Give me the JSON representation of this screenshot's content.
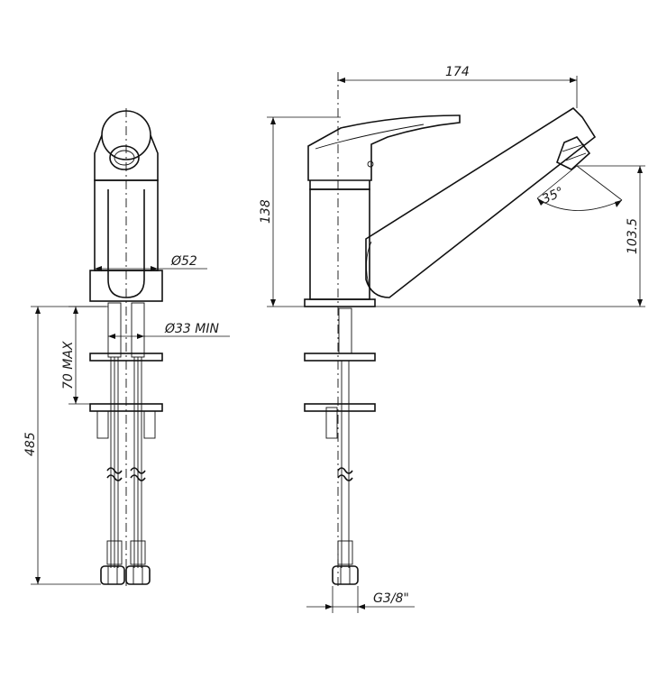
{
  "dimensions": {
    "spout_reach": "174",
    "total_height": "138",
    "spout_height": "103.5",
    "swivel_angle": "35°",
    "body_diameter": "Ø52",
    "hole_diameter": "Ø33 MIN",
    "deck_thickness": "70 MAX",
    "hose_length": "485",
    "thread": "G3/8\""
  }
}
